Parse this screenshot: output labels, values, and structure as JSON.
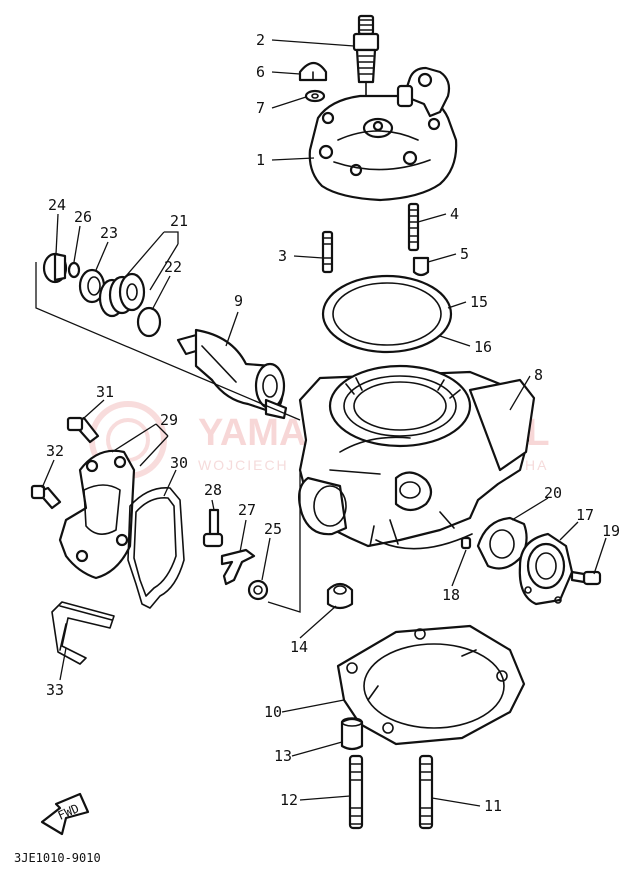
{
  "diagram": {
    "code_label": "3JE1010-9010",
    "fwd_label": "FWD",
    "watermark_main": "YAMA",
    "watermark_main_2": "K",
    "watermark_tail": "P.PL",
    "watermark_sub": "WOJCIECH",
    "watermark_sub_2": "Z",
    "watermark_sub_3": "HA",
    "callouts": [
      {
        "id": "1",
        "label": "1"
      },
      {
        "id": "2",
        "label": "2"
      },
      {
        "id": "3",
        "label": "3"
      },
      {
        "id": "4",
        "label": "4"
      },
      {
        "id": "5",
        "label": "5"
      },
      {
        "id": "6",
        "label": "6"
      },
      {
        "id": "7",
        "label": "7"
      },
      {
        "id": "8",
        "label": "8"
      },
      {
        "id": "9",
        "label": "9"
      },
      {
        "id": "10",
        "label": "10"
      },
      {
        "id": "11",
        "label": "11"
      },
      {
        "id": "12",
        "label": "12"
      },
      {
        "id": "13",
        "label": "13"
      },
      {
        "id": "14",
        "label": "14"
      },
      {
        "id": "15",
        "label": "15"
      },
      {
        "id": "16",
        "label": "16"
      },
      {
        "id": "17",
        "label": "17"
      },
      {
        "id": "18",
        "label": "18"
      },
      {
        "id": "19",
        "label": "19"
      },
      {
        "id": "20",
        "label": "20"
      },
      {
        "id": "21",
        "label": "21"
      },
      {
        "id": "22",
        "label": "22"
      },
      {
        "id": "23",
        "label": "23"
      },
      {
        "id": "24",
        "label": "24"
      },
      {
        "id": "25",
        "label": "25"
      },
      {
        "id": "26",
        "label": "26"
      },
      {
        "id": "27",
        "label": "27"
      },
      {
        "id": "28",
        "label": "28"
      },
      {
        "id": "29",
        "label": "29"
      },
      {
        "id": "30",
        "label": "30"
      },
      {
        "id": "31",
        "label": "31"
      },
      {
        "id": "32",
        "label": "32"
      },
      {
        "id": "33",
        "label": "33"
      }
    ]
  }
}
